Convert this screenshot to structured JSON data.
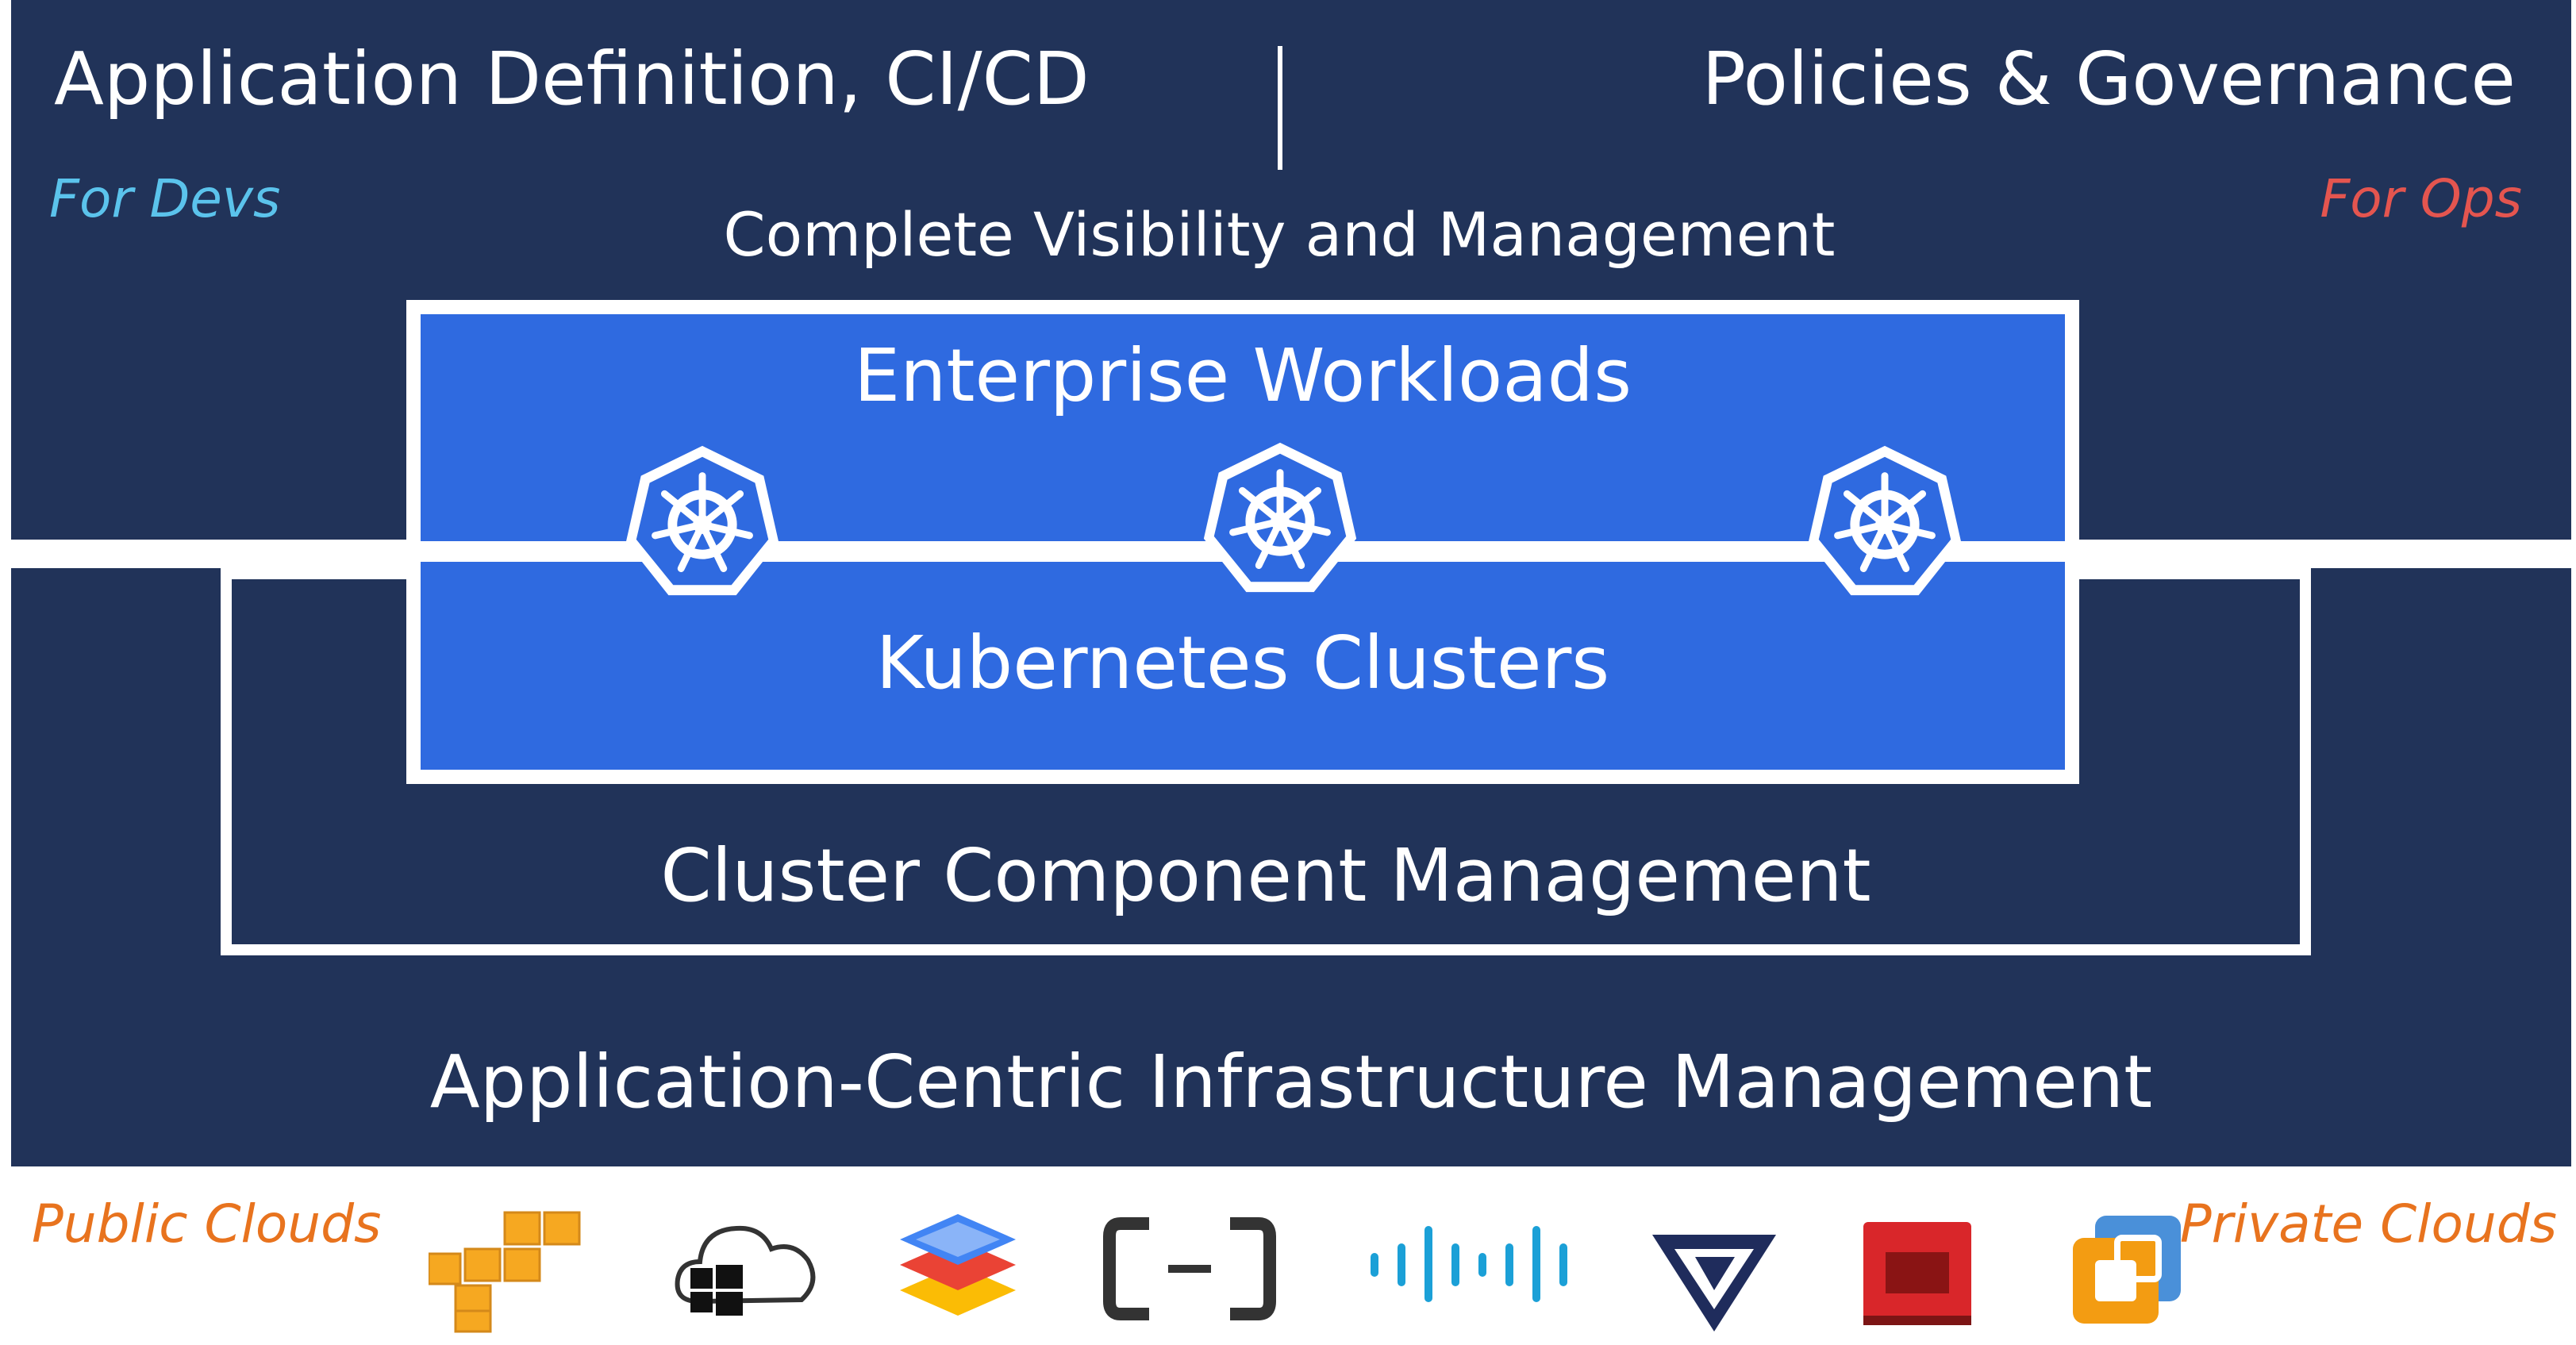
{
  "header": {
    "left_title": "Application Definition, CI/CD",
    "left_audience": "For Devs",
    "right_title": "Policies & Governance",
    "right_audience": "For Ops",
    "visibility": "Complete Visibility and Management"
  },
  "layers": {
    "enterprise_workloads": "Enterprise Workloads",
    "kubernetes_clusters": "Kubernetes Clusters",
    "cluster_component_management": "Cluster Component Management",
    "infrastructure_management": "Application-Centric Infrastructure Management"
  },
  "clouds": {
    "public_label": "Public Clouds",
    "private_label": "Private Clouds",
    "logos": [
      "aws-icon",
      "azure-icon",
      "google-cloud-icon",
      "alibaba-cloud-icon",
      "cisco-icon",
      "vexxhost-icon",
      "openstack-icon",
      "vmware-icon"
    ]
  },
  "colors": {
    "navy": "#213359",
    "blue": "#2f6ae0",
    "devs": "#5bc3ec",
    "ops": "#e4554f",
    "clouds": "#e8731e"
  }
}
